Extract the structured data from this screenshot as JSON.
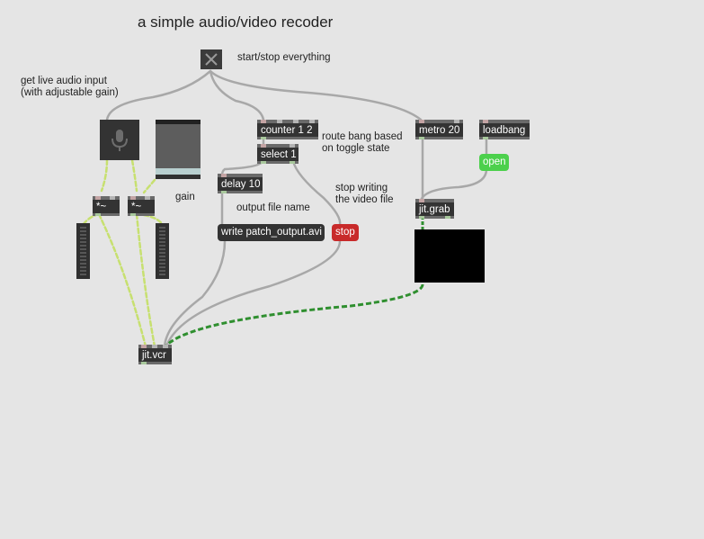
{
  "title": "a simple audio/video recoder",
  "comments": {
    "startstop": "start/stop everything",
    "live_audio": "get live audio input\n(with adjustable gain)",
    "gain": "gain",
    "route_bang": "route bang based\non toggle state",
    "output_file": "output file name",
    "stop_writing": "stop writing\nthe video file"
  },
  "objects": {
    "counter": "counter 1 2",
    "select": "select 1",
    "delay": "delay 10",
    "mul_left": "*~",
    "mul_right": "*~",
    "metro": "metro 20",
    "loadbang": "loadbang",
    "jitgrab": "jit.grab",
    "jitvcr": "jit.vcr"
  },
  "messages": {
    "write": "write patch_output.avi",
    "stop": "stop",
    "open": "open"
  },
  "icons": {
    "toggle": "toggle-x-icon",
    "mic": "microphone-icon"
  },
  "colors": {
    "background": "#e5e5e5",
    "object": "#333333",
    "stop_button": "#c82a2a",
    "open_button": "#4cd04c",
    "signal_cable": "#c7e070",
    "video_cable": "#37a437",
    "cable": "#a8a8a8"
  }
}
